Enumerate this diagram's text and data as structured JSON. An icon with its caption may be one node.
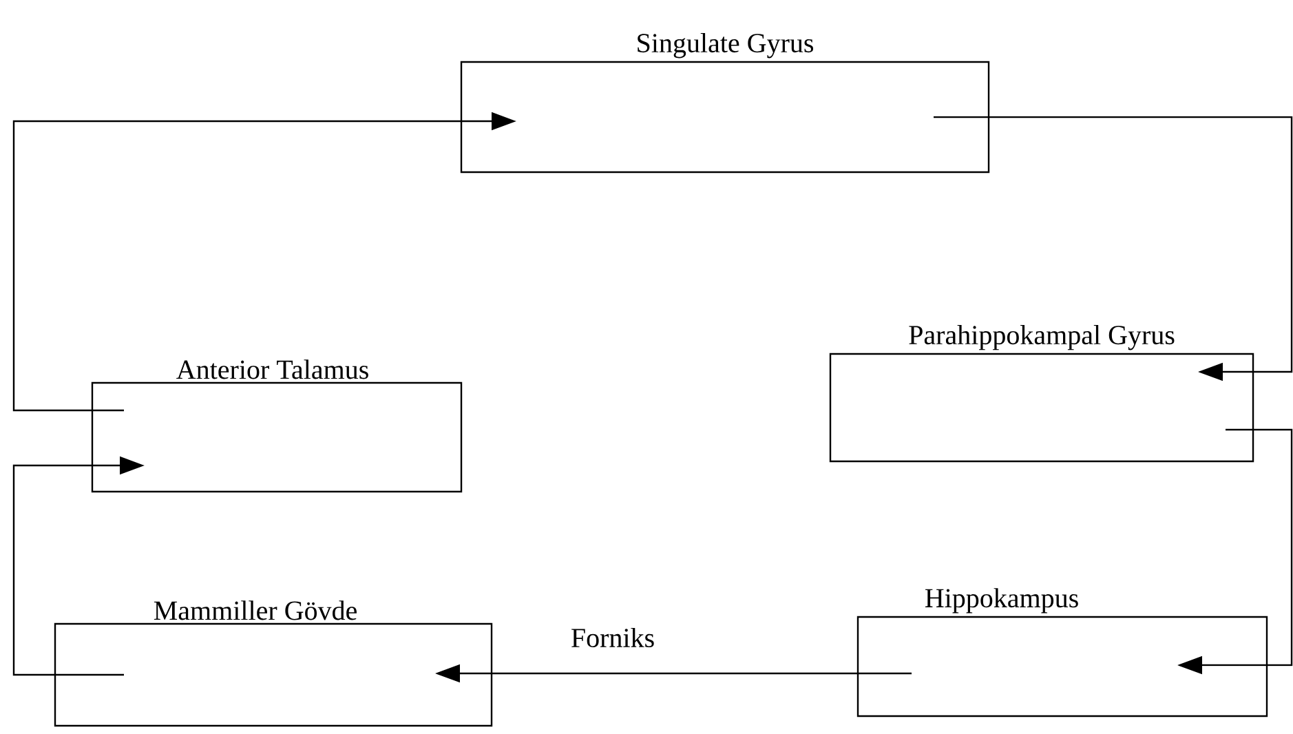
{
  "diagram": {
    "nodes": [
      {
        "text": [
          "Singulate Gyrus"
        ]
      },
      {
        "text": [
          "Anterior Talamus"
        ]
      },
      {
        "text": [
          "Parahippokampal Gyrus"
        ]
      },
      {
        "text": [
          "Mammiller Gövde"
        ]
      },
      {
        "text": [
          "Hippokampus"
        ]
      }
    ],
    "edges": [
      {
        "from": 1,
        "to": 0,
        "arrow": "to"
      },
      {
        "from": 0,
        "to": 2,
        "arrow": "to"
      },
      {
        "from": 2,
        "to": 4,
        "arrow": "to"
      },
      {
        "from": 4,
        "to": 3,
        "arrow": "to",
        "label": "Forniks"
      },
      {
        "from": 3,
        "to": 1,
        "arrow": "to"
      }
    ]
  }
}
